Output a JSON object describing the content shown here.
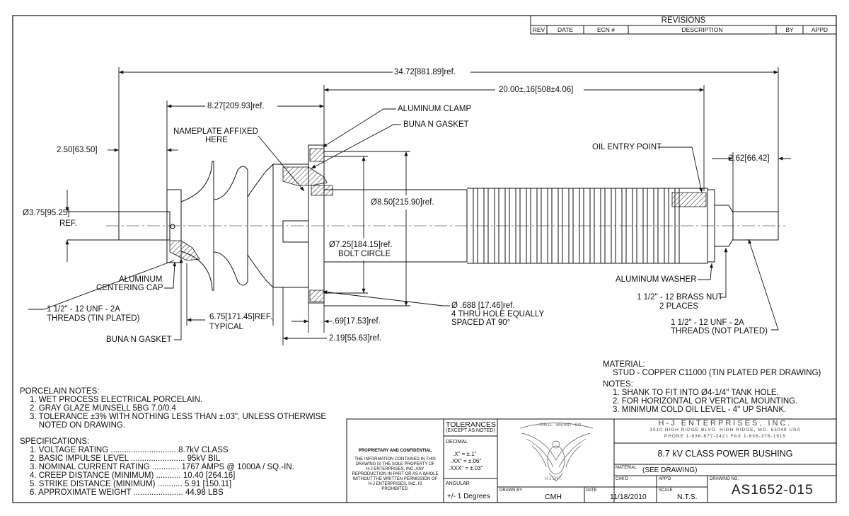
{
  "revisions": {
    "title": "REVISIONS",
    "columns": [
      "REV",
      "DATE",
      "ECN #",
      "DESCRIPTION",
      "BY",
      "APPD"
    ]
  },
  "dimensions": {
    "overall": "34.72[881.89]ref.",
    "length_20": "20.00±.16[508±4.06]",
    "length_827": "8.27[209.93]ref.",
    "stub_250": "2.50[63.50]",
    "stub_262": "2.62[66.42]",
    "dia_375": "Ø3.75[95.25]",
    "ref": "REF.",
    "dia_850": "Ø8.50[215.90]ref.",
    "bolt_circle_dia": "Ø7.25[184.15]ref.",
    "bolt_circle_label": "BOLT CIRCLE",
    "hole_dia": "Ø .688 [17.46]ref.",
    "hole_note_1": "4 THRU HOLE EQUALLY",
    "hole_note_2": "SPACED AT 90°",
    "dim_675": "6.75[171.45]REF.",
    "typical": "TYPICAL",
    "dim_069": ".69[17.53]ref.",
    "dim_219": "2.19[55.63]ref."
  },
  "callouts": {
    "aluminum_clamp": "ALUMINUM CLAMP",
    "buna_gasket_top": "BUNA N GASKET",
    "nameplate_1": "NAMEPLATE AFFIXED",
    "nameplate_2": "HERE",
    "oil_entry": "OIL ENTRY POINT",
    "centering_cap_1": "ALUMINUM",
    "centering_cap_2": "CENTERING CAP",
    "threads_left_1": "1 1/2\" - 12 UNF - 2A",
    "threads_left_2": "THREADS (TIN PLATED)",
    "buna_gasket_bottom": "BUNA N GASKET",
    "aluminum_washer": "ALUMINUM WASHER",
    "brass_nut_1": "1 1/2\" - 12 BRASS NUT",
    "brass_nut_2": "2 PLACES",
    "threads_right_1": "1 1/2\" - 12 UNF - 2A",
    "threads_right_2": "THREADS (NOT PLATED)"
  },
  "material_notes": {
    "material_title": "MATERIAL:",
    "material_line": "STUD - COPPER C11000 (TIN PLATED PER DRAWING)",
    "notes_title": "NOTES:",
    "notes": [
      "1. SHANK TO FIT INTO Ø4-1/4\" TANK HOLE.",
      "2. FOR HORIZONTAL OR VERTICAL MOUNTING.",
      "3. MINIMUM COLD OIL LEVEL - 4\" UP SHANK."
    ]
  },
  "porcelain_notes": {
    "title": "PORCELAIN NOTES:",
    "items": [
      "1. WET PROCESS ELECTRICAL PORCELAIN.",
      "2. GRAY GLAZE MUNSELL 5BG 7.0/0.4",
      "3. TOLERANCE ±3% WITH NOTHING LESS THAN ±.03\", UNLESS OTHERWISE",
      "    NOTED ON DRAWING."
    ]
  },
  "specifications": {
    "title": "SPECIFICATIONS:",
    "items": [
      "1. VOLTAGE RATING ............................. 8.7kV CLASS",
      "2. BASIC IMPULSE LEVEL ........................ 95kV BIL",
      "3. NOMINAL CURRENT RATING ............ 1767 AMPS @ 1000A / SQ.-IN.",
      "4. CREEP DISTANCE (MINIMUM) ........... 10.40 [264.16]",
      "5. STRIKE DISTANCE (MINIMUM) ........... 5.91 [150.11]",
      "6. APPROXIMATE WEIGHT ...................... 44.98 LBS"
    ]
  },
  "proprietary": {
    "title": "PROPRIETARY AND CONFIDENTIAL",
    "lines": [
      "THE INFORMATION CONTAINED IN THIS",
      "DRAWING IS THE SOLE PROPERTY OF",
      "H-J ENTERPRISES, INC. ANY",
      "REPRODUCTION IN PART OR AS A WHOLE",
      "WITHOUT THE WRITTEN PERMISSION OF",
      "H-J ENTERPRISES, INC. IS",
      "PROHIBITED."
    ]
  },
  "tolerances": {
    "title": "TOLERANCES",
    "subtitle": "(EXCEPT AS NOTED)",
    "decimal_label": "DECIMAL",
    "decimal_values": [
      ".X\" = ±.1\"",
      ".XX\" = ±.06\"",
      ".XXX\" = ±.03\""
    ],
    "angular_label": "ANGULAR",
    "angular_value": "+/- 1 Degrees"
  },
  "logo": {
    "arc_text": "SHELL · BRAND · CO",
    "bottom_text": "H-J ENT."
  },
  "title_block": {
    "company": "H-J ENTERPRISES, INC.",
    "address": "3010 HIGH RIDGE BLVD. HIGH RIDGE, MO. 63049 USA",
    "phone": "PHONE 1-636-677-3421 FAX 1-636-376-1915",
    "title": "8.7 kV CLASS POWER BUSHING",
    "material_label": "MATERIAL",
    "material_value": "(SEE DRAWING)",
    "chkd_label": "CHK'D",
    "appd_label": "APP'D",
    "drawing_no_label": "DRAWING NO.",
    "drawing_no": "AS1652-015",
    "drawn_by_label": "DRAWN BY",
    "drawn_by": "CMH",
    "date_label": "DATE",
    "date": "11/18/2010",
    "scale_label": "SCALE",
    "scale": "N.T.S."
  }
}
